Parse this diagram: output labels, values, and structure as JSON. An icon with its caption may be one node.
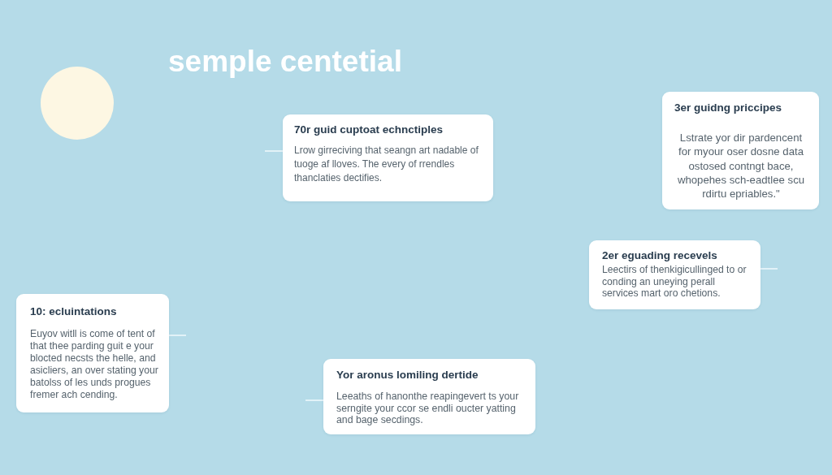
{
  "diagram": {
    "title": "semple centetial",
    "nodes": [
      {
        "text": [
          "70r guid cuptoat echnctiples",
          "Lrow girreciving that seangn art nadable of tuoge af lloves. The every of rrendles thanclaties dectifies."
        ]
      },
      {
        "text": [
          "3er guidng priccipes",
          "Lstrate yor dir pardencent for myour oser dosne data ostosed contngt bace, whopehes sch-eadtlee scu rdirtu epriables.\""
        ]
      },
      {
        "text": [
          "2er eguading recevels",
          "Leectirs of thenkigicullinged to or conding an uneying perall services mart oro chetions."
        ]
      },
      {
        "text": [
          "10: ecluintations",
          "Euyov witll is come of tent of that thee parding guit e your blocted necsts the helle, and asicliers, an over stating your batolss of les unds progues fremer ach cending."
        ]
      },
      {
        "text": [
          "Yor aronus lomiling dertide",
          "Leeaths of hanonthe reapingevert ts your serngite your ccor se endli oucter yatting and bage secdings."
        ]
      }
    ],
    "edges": [
      {
        "from": null,
        "to": 0,
        "arrow": "none"
      },
      {
        "from": null,
        "to": 2,
        "arrow": "none"
      },
      {
        "from": null,
        "to": 3,
        "arrow": "none"
      },
      {
        "from": null,
        "to": 4,
        "arrow": "none"
      }
    ]
  }
}
